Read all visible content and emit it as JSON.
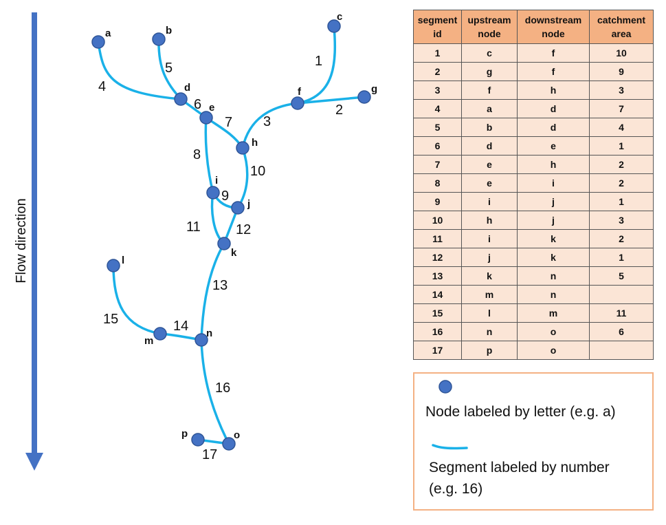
{
  "flow_label": "Flow direction",
  "colors": {
    "segment": "#1ab1e8",
    "node": "#4472c4",
    "node_stroke": "#2f5597",
    "arrow": "#4472c4",
    "table_header": "#f4b183",
    "table_cell": "#fbe5d6",
    "legend_border": "#f4b183"
  },
  "nodes": [
    {
      "id": "a",
      "label": "a"
    },
    {
      "id": "b",
      "label": "b"
    },
    {
      "id": "c",
      "label": "c"
    },
    {
      "id": "d",
      "label": "d"
    },
    {
      "id": "e",
      "label": "e"
    },
    {
      "id": "f",
      "label": "f"
    },
    {
      "id": "g",
      "label": "g"
    },
    {
      "id": "h",
      "label": "h"
    },
    {
      "id": "i",
      "label": "i"
    },
    {
      "id": "j",
      "label": "j"
    },
    {
      "id": "k",
      "label": "k"
    },
    {
      "id": "l",
      "label": "l"
    },
    {
      "id": "m",
      "label": "m"
    },
    {
      "id": "n",
      "label": "n"
    },
    {
      "id": "o",
      "label": "o"
    },
    {
      "id": "p",
      "label": "p"
    }
  ],
  "segment_labels": [
    "1",
    "2",
    "3",
    "4",
    "5",
    "6",
    "7",
    "8",
    "9",
    "10",
    "11",
    "12",
    "13",
    "14",
    "15",
    "16",
    "17"
  ],
  "table": {
    "headers": [
      [
        "segment",
        "id"
      ],
      [
        "upstream",
        "node"
      ],
      [
        "downstream",
        "node"
      ],
      [
        "catchment",
        "area"
      ]
    ],
    "rows": [
      [
        "1",
        "c",
        "f",
        "10"
      ],
      [
        "2",
        "g",
        "f",
        "9"
      ],
      [
        "3",
        "f",
        "h",
        "3"
      ],
      [
        "4",
        "a",
        "d",
        "7"
      ],
      [
        "5",
        "b",
        "d",
        "4"
      ],
      [
        "6",
        "d",
        "e",
        "1"
      ],
      [
        "7",
        "e",
        "h",
        "2"
      ],
      [
        "8",
        "e",
        "i",
        "2"
      ],
      [
        "9",
        "i",
        "j",
        "1"
      ],
      [
        "10",
        "h",
        "j",
        "3"
      ],
      [
        "11",
        "i",
        "k",
        "2"
      ],
      [
        "12",
        "j",
        "k",
        "1"
      ],
      [
        "13",
        "k",
        "n",
        "5"
      ],
      [
        "14",
        "m",
        "n",
        ""
      ],
      [
        "15",
        "l",
        "m",
        "11"
      ],
      [
        "16",
        "n",
        "o",
        "6"
      ],
      [
        "17",
        "p",
        "o",
        ""
      ]
    ]
  },
  "legend": {
    "node_text": "Node labeled by letter (e.g. a)",
    "segment_text_line1": "Segment labeled by number",
    "segment_text_line2": "(e.g. 16)"
  }
}
